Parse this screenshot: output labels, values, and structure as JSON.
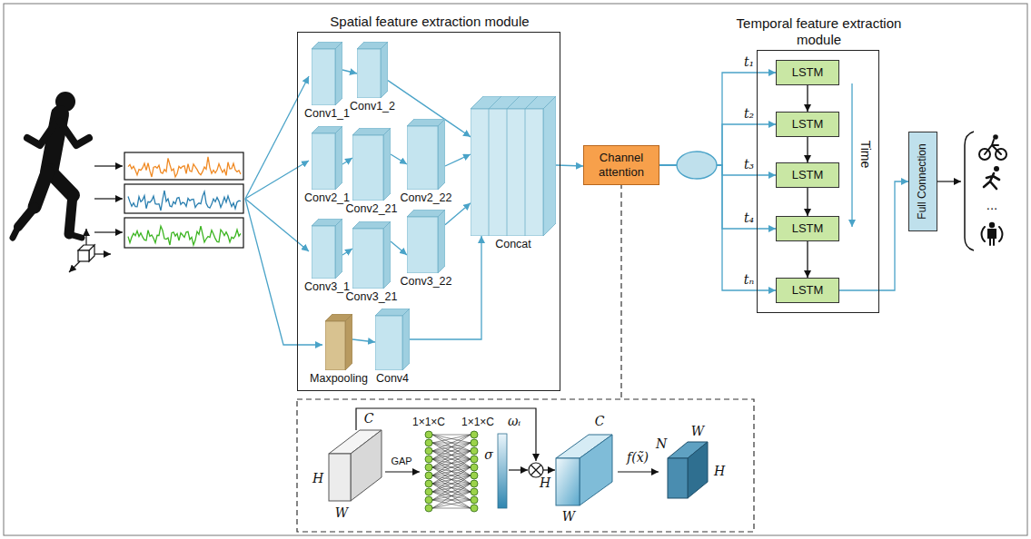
{
  "diagram": {
    "nodes": [
      {
        "text": [
          "Spatial feature extraction module"
        ]
      },
      {
        "text": [
          "Conv1_1"
        ],
        "in": 0
      },
      {
        "text": [
          "Conv1_2"
        ],
        "in": 0
      },
      {
        "text": [
          "Conv2_1"
        ],
        "in": 0
      },
      {
        "text": [
          "Conv2_21"
        ],
        "in": 0
      },
      {
        "text": [
          "Conv2_22"
        ],
        "in": 0
      },
      {
        "text": [
          "Conv3_1"
        ],
        "in": 0
      },
      {
        "text": [
          "Conv3_21"
        ],
        "in": 0
      },
      {
        "text": [
          "Conv3_22"
        ],
        "in": 0
      },
      {
        "text": [
          "Maxpooling"
        ],
        "in": 0
      },
      {
        "text": [
          "Conv4"
        ],
        "in": 0
      },
      {
        "text": [
          "Concat"
        ],
        "in": 0
      },
      {
        "text": [
          "Channel attention"
        ]
      },
      {
        "text": [
          "Temporal feature extraction module"
        ]
      },
      {
        "text": [
          "LSTM"
        ],
        "in": 13
      },
      {
        "text": [
          "LSTM"
        ],
        "in": 13
      },
      {
        "text": [
          "LSTM"
        ],
        "in": 13
      },
      {
        "text": [
          "LSTM"
        ],
        "in": 13
      },
      {
        "text": [
          "LSTM"
        ],
        "in": 13
      },
      {
        "text": [
          "Full Connection"
        ]
      }
    ],
    "edges": [
      {
        "from": 1,
        "to": 2,
        "arrow": "to"
      },
      {
        "from": 2,
        "to": 11,
        "arrow": "to"
      },
      {
        "from": 3,
        "to": 4,
        "arrow": "to"
      },
      {
        "from": 4,
        "to": 5,
        "arrow": "to"
      },
      {
        "from": 5,
        "to": 11,
        "arrow": "to"
      },
      {
        "from": 6,
        "to": 7,
        "arrow": "to"
      },
      {
        "from": 7,
        "to": 8,
        "arrow": "to"
      },
      {
        "from": 8,
        "to": 11,
        "arrow": "to"
      },
      {
        "from": 9,
        "to": 10,
        "arrow": "to"
      },
      {
        "from": 10,
        "to": 11,
        "arrow": "to"
      },
      {
        "from": 11,
        "to": 12,
        "arrow": "to"
      },
      {
        "from": 12,
        "to": 14,
        "label": "t₁",
        "arrow": "to"
      },
      {
        "from": 12,
        "to": 15,
        "label": "t₂",
        "arrow": "to"
      },
      {
        "from": 12,
        "to": 16,
        "label": "t₃",
        "arrow": "to"
      },
      {
        "from": 12,
        "to": 17,
        "label": "t₄",
        "arrow": "to"
      },
      {
        "from": 12,
        "to": 18,
        "label": "tₙ",
        "arrow": "to"
      },
      {
        "from": 14,
        "to": 15,
        "arrow": "to"
      },
      {
        "from": 15,
        "to": 16,
        "arrow": "to"
      },
      {
        "from": 16,
        "to": 17,
        "arrow": "to"
      },
      {
        "from": 17,
        "to": 18,
        "arrow": "to"
      },
      {
        "from": 18,
        "to": 19,
        "arrow": "to"
      }
    ],
    "labels": [
      "Time",
      "...",
      "GAP",
      "1×1×C",
      "1×1×C",
      "ωᵢ",
      "σ",
      "C",
      "H",
      "W",
      "C",
      "H",
      "W",
      "f(x̃)",
      "N",
      "W",
      "H"
    ]
  }
}
